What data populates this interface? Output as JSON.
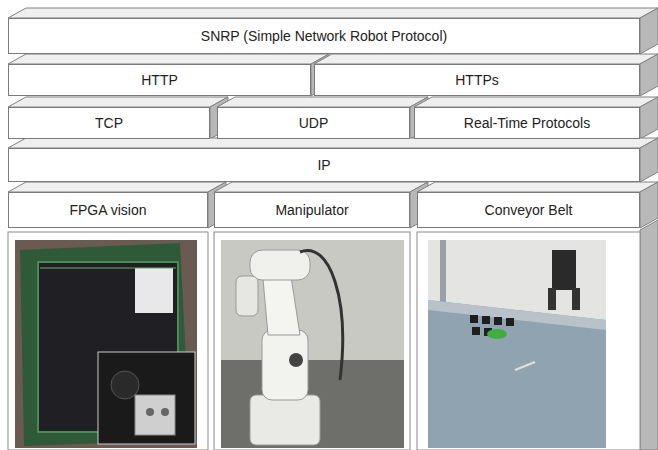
{
  "diagram": {
    "nodes": [
      {
        "text": [
          "SNRP (Simple Network Robot Protocol)"
        ]
      },
      {
        "text": [
          "HTTP"
        ]
      },
      {
        "text": [
          "HTTPs"
        ]
      },
      {
        "text": [
          "TCP"
        ]
      },
      {
        "text": [
          "UDP"
        ]
      },
      {
        "text": [
          "Real-Time Protocols"
        ]
      },
      {
        "text": [
          "IP"
        ]
      },
      {
        "text": [
          "FPGA vision"
        ]
      },
      {
        "text": [
          "Manipulator"
        ]
      },
      {
        "text": [
          "Conveyor Belt"
        ]
      }
    ]
  }
}
